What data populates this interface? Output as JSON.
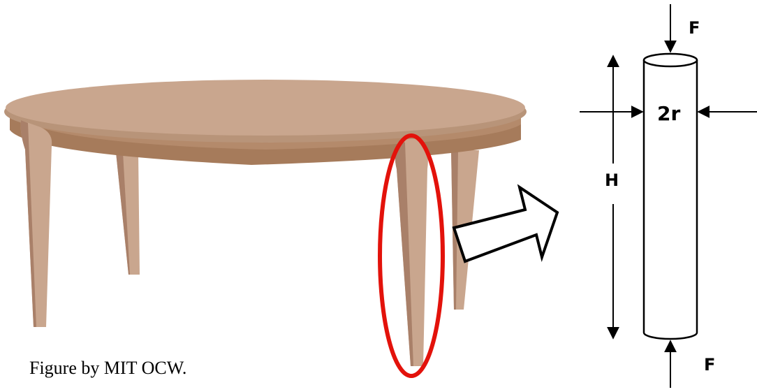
{
  "caption": "Figure by MIT OCW.",
  "labels": {
    "force_top": "F",
    "force_bottom": "F",
    "diameter": "2r",
    "height": "H"
  },
  "colors": {
    "table_top": "#c9a68e",
    "table_apron": "#a67b5b",
    "table_leg": "#c9a68e",
    "highlight": "#e3120b"
  }
}
